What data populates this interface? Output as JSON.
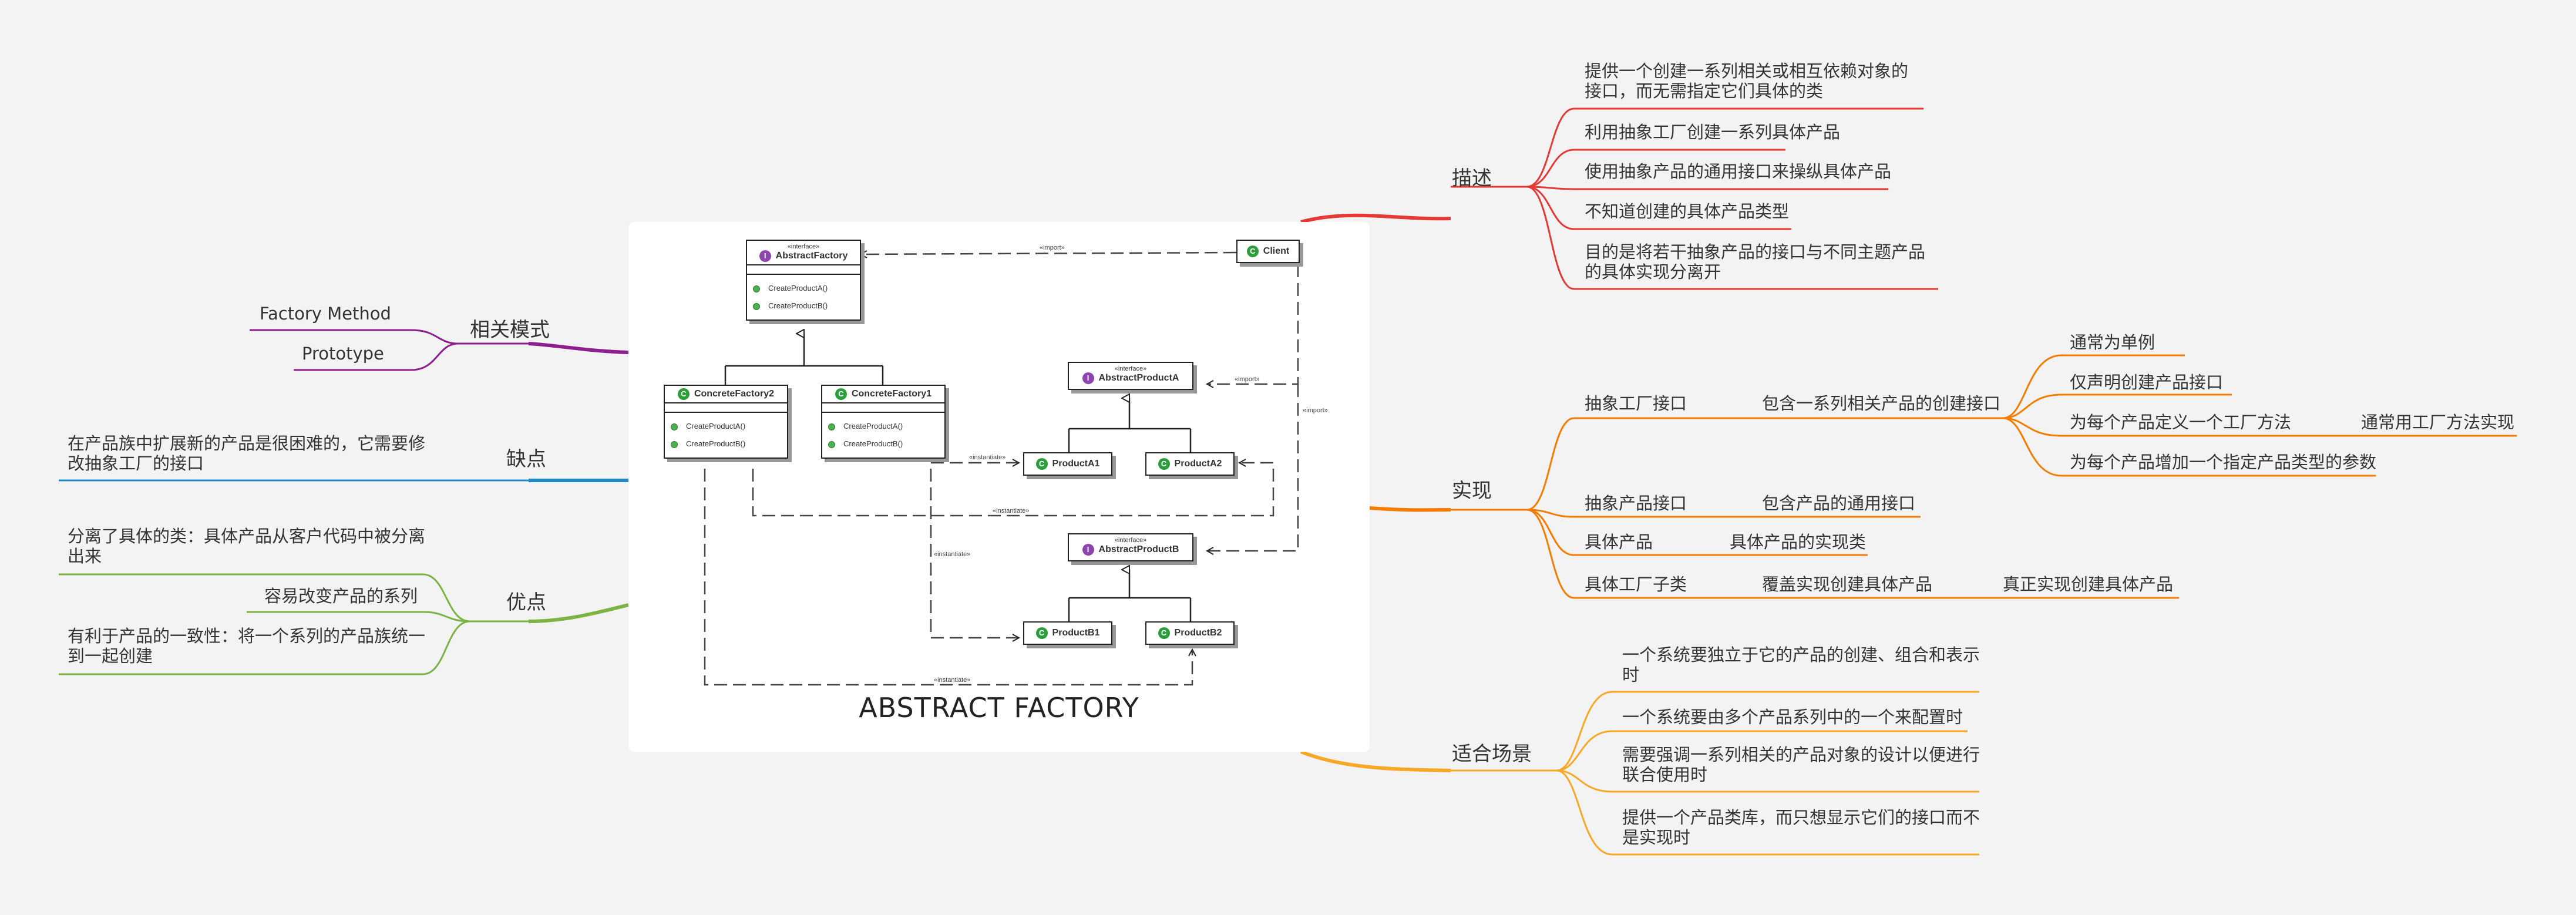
{
  "colors": {
    "describe": "#e53935",
    "implement": "#f57c00",
    "scenario": "#f9a825",
    "related": "#8e1e8e",
    "cons": "#1e88c8",
    "pros": "#7cb342"
  },
  "uml": {
    "title": "ABSTRACT FACTORY",
    "stereotype": "«interface»",
    "abstract_factory": {
      "name": "AbstractFactory",
      "ops": [
        "CreateProductA()",
        "CreateProductB()"
      ]
    },
    "client": {
      "name": "Client"
    },
    "concrete_factory_2": {
      "name": "ConcreteFactory2",
      "ops": [
        "CreateProductA()",
        "CreateProductB()"
      ]
    },
    "concrete_factory_1": {
      "name": "ConcreteFactory1",
      "ops": [
        "CreateProductA()",
        "CreateProductB()"
      ]
    },
    "abstract_product_a": {
      "name": "AbstractProductA"
    },
    "abstract_product_b": {
      "name": "AbstractProductB"
    },
    "product_a1": "ProductA1",
    "product_a2": "ProductA2",
    "product_b1": "ProductB1",
    "product_b2": "ProductB2",
    "rel_import": "«import»",
    "rel_instantiate": "«instantiate»"
  },
  "describe": {
    "title": "描述",
    "items": [
      "提供一个创建一系列相关或相互依赖对象的接口，而无需指定它们具体的类",
      "利用抽象工厂创建一系列具体产品",
      "使用抽象产品的通用接口来操纵具体产品",
      "不知道创建的具体产品类型",
      "目的是将若干抽象产品的接口与不同主题产品的具体实现分离开"
    ]
  },
  "implement": {
    "title": "实现",
    "factory_interface": "抽象工厂接口",
    "factory_interface_desc": "包含一系列相关产品的创建接口",
    "factory_sub": [
      "通常为单例",
      "仅声明创建产品接口",
      "为每个产品定义一个工厂方法",
      "为每个产品增加一个指定产品类型的参数"
    ],
    "factory_method_note": "通常用工厂方法实现",
    "product_interface": "抽象产品接口",
    "product_interface_desc": "包含产品的通用接口",
    "concrete_product": "具体产品",
    "concrete_product_desc": "具体产品的实现类",
    "concrete_factory": "具体工厂子类",
    "concrete_factory_desc": "覆盖实现创建具体产品",
    "concrete_factory_note": "真正实现创建具体产品"
  },
  "scenario": {
    "title": "适合场景",
    "items": [
      "一个系统要独立于它的产品的创建、组合和表示时",
      "一个系统要由多个产品系列中的一个来配置时",
      "需要强调一系列相关的产品对象的设计以便进行联合使用时",
      "提供一个产品类库，而只想显示它们的接口而不是实现时"
    ]
  },
  "related": {
    "title": "相关模式",
    "items": [
      "Factory Method",
      "Prototype"
    ]
  },
  "cons": {
    "title": "缺点",
    "items": [
      "在产品族中扩展新的产品是很困难的，它需要修改抽象工厂的接口"
    ]
  },
  "pros": {
    "title": "优点",
    "items": [
      "分离了具体的类：具体产品从客户代码中被分离出来",
      "容易改变产品的系列",
      "有利于产品的一致性：将一个系列的产品族统一到一起创建"
    ]
  }
}
